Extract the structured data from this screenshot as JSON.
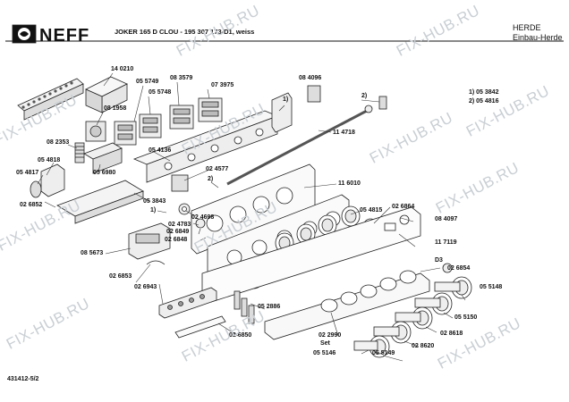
{
  "header": {
    "brand": "NEFF",
    "model_line": "JOKER 165 D CLOU - 195 307 173-D1, weiss",
    "category": "HERDE",
    "subcategory": "Einbau-Herde"
  },
  "legend": {
    "item1": "1) 05 3842",
    "item2": "2) 05 4816"
  },
  "footer": {
    "doc_number": "431412-5/2"
  },
  "watermark": {
    "text": "FIX-HUB.RU"
  },
  "parts": {
    "p140210": "14 0210",
    "p055749": "05 5749",
    "p055748": "05 5748",
    "p083579": "08 3579",
    "p073975": "07 3975",
    "p084096": "08 4096",
    "p081958": "08 1958",
    "p082353": "08 2353",
    "p054136": "05 4136",
    "p114718": "11 4718",
    "p054818": "05 4818",
    "p054817": "05 4817",
    "p056980": "05 6980",
    "p024577": "02 4577",
    "p026852": "02 6852",
    "p053843": "05 3843",
    "p116010": "11 6010",
    "p024698": "02 4698",
    "p024783": "02 4783",
    "p026849": "02 6849",
    "p026848": "02 6848",
    "p054815": "05 4815",
    "p026864": "02 6864",
    "p084097": "08 4097",
    "p085673": "08 5673",
    "p117119": "11 7119",
    "d3": "D3",
    "p026854": "02 6854",
    "p026853": "02 6853",
    "p055148": "05 5148",
    "p026943": "02 6943",
    "p052886": "05 2886",
    "p055150": "05 5150",
    "p028618": "02 8618",
    "p026850": "02 6850",
    "p022990": "02 2990",
    "set": "Set",
    "p028620": "02 8620",
    "p055146": "05 5146",
    "p055149": "05 5149",
    "m1a": "1)",
    "m1b": "1)",
    "m2a": "2)",
    "m2b": "2)"
  }
}
